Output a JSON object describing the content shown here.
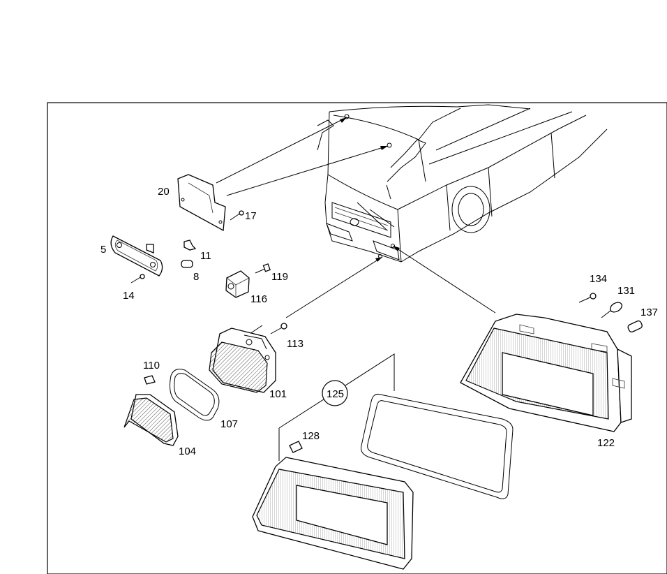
{
  "diagram": {
    "callouts": [
      {
        "id": "c20",
        "text": "20"
      },
      {
        "id": "c17",
        "text": "17"
      },
      {
        "id": "c5",
        "text": "5"
      },
      {
        "id": "c11",
        "text": "11"
      },
      {
        "id": "c8",
        "text": "8"
      },
      {
        "id": "c14",
        "text": "14"
      },
      {
        "id": "c119",
        "text": "119"
      },
      {
        "id": "c116",
        "text": "116"
      },
      {
        "id": "c113",
        "text": "113"
      },
      {
        "id": "c110",
        "text": "110"
      },
      {
        "id": "c101",
        "text": "101"
      },
      {
        "id": "c107",
        "text": "107"
      },
      {
        "id": "c104",
        "text": "104"
      },
      {
        "id": "c125",
        "text": "125"
      },
      {
        "id": "c128",
        "text": "128"
      },
      {
        "id": "c134",
        "text": "134"
      },
      {
        "id": "c131",
        "text": "131"
      },
      {
        "id": "c137",
        "text": "137"
      },
      {
        "id": "c122",
        "text": "122"
      }
    ]
  }
}
